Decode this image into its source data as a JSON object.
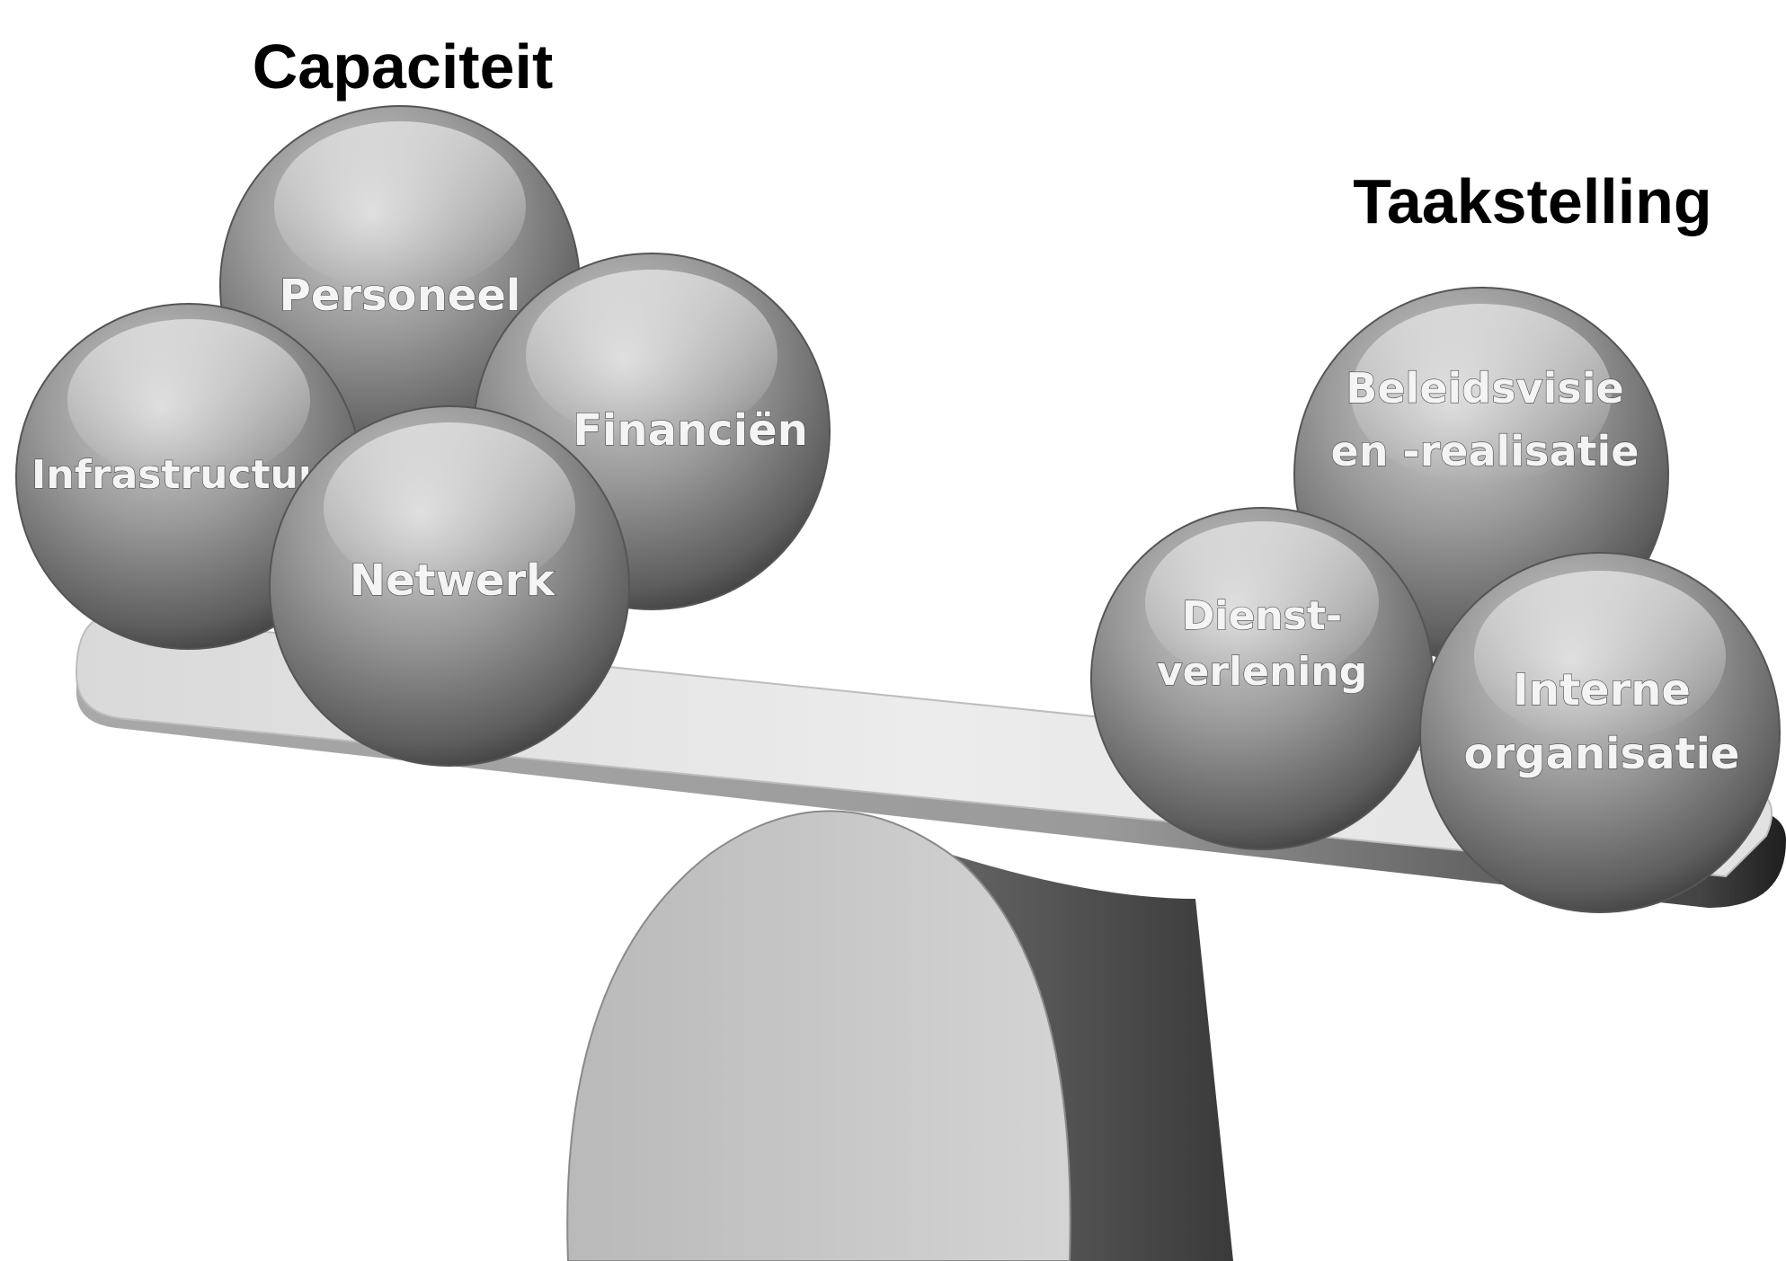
{
  "headings": {
    "left": "Capaciteit",
    "right": "Taakstelling"
  },
  "left_balls": {
    "personeel": "Personeel",
    "financien": "Financiën",
    "infrastructuur": "Infrastructuur",
    "netwerk": "Netwerk"
  },
  "right_balls": {
    "beleidsvisie_line1": "Beleidsvisie",
    "beleidsvisie_line2": "en -realisatie",
    "dienstverlening_line1": "Dienst-",
    "dienstverlening_line2": "verlening",
    "interne_line1": "Interne",
    "interne_line2": "organisatie"
  },
  "colors": {
    "ball_light": "#c8c8c8",
    "ball_dark": "#3c3c3c",
    "plank_top": "#e6e6e6",
    "plank_edge": "#8a8a8a",
    "fulcrum_face": "#c9c9c9",
    "fulcrum_side": "#4c4c4c"
  }
}
